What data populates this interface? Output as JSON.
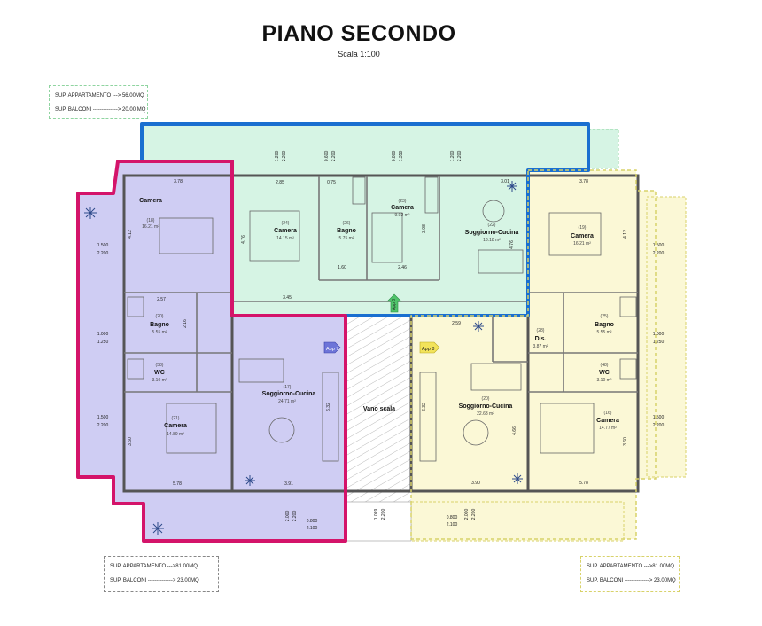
{
  "header": {
    "title": "PIANO SECONDO",
    "scale": "Scala 1:100"
  },
  "legends": {
    "top_left": {
      "appartamento": "SUP. APPARTAMENTO ---> 56.00MQ",
      "balconi": "SUP. BALCONI --------------> 20.00 MQ"
    },
    "bottom_left": {
      "appartamento": "SUP. APPARTAMENTO --->81.00MQ",
      "balconi": "SUP. BALCONI --------------> 23.00MQ"
    },
    "bottom_right": {
      "appartamento": "SUP. APPARTAMENTO --->81.00MQ",
      "balconi": "SUP. BALCONI --------------> 23.00MQ"
    }
  },
  "apartments": {
    "app6": {
      "tag": "App 6",
      "color": "#d6f4e4",
      "outline": "#1a6fd0"
    },
    "app7": {
      "tag": "App 7",
      "color": "#cfcdf3",
      "outline": "#d4146a"
    },
    "app8": {
      "tag": "App 8",
      "color": "#fbf8d6",
      "outline": "#d8d26a"
    }
  },
  "rooms": {
    "left_camera_top": {
      "name": "Camera",
      "num": "(18)",
      "area": "16.21 m²"
    },
    "left_bagno": {
      "name": "Bagno",
      "num": "(20)",
      "area": "5.55 m²"
    },
    "left_wc": {
      "name": "WC",
      "num": "(58)",
      "area": "3.10 m²"
    },
    "left_camera_bottom": {
      "name": "Camera",
      "num": "(21)",
      "area": "14.89 m²"
    },
    "left_soggiorno": {
      "name": "Soggiorno-Cucina",
      "num": "(17)",
      "area": "24.71 m²"
    },
    "mid_camera_a": {
      "name": "Camera",
      "num": "(24)",
      "area": "14.15 m²"
    },
    "mid_bagno": {
      "name": "Bagno",
      "num": "(26)",
      "area": "5.75 m²"
    },
    "mid_camera_b": {
      "name": "Camera",
      "num": "(23)",
      "area": "9.02 m²"
    },
    "mid_soggiorno": {
      "name": "Soggiorno-Cucina",
      "num": "(22)",
      "area": "18.18 m²"
    },
    "right_camera_top": {
      "name": "Camera",
      "num": "(19)",
      "area": "16.21 m²"
    },
    "right_dis": {
      "name": "Dis.",
      "num": "(28)",
      "area": "3.87 m²"
    },
    "right_bagno": {
      "name": "Bagno",
      "num": "(25)",
      "area": "5.55 m²"
    },
    "right_wc": {
      "name": "WC",
      "num": "(48)",
      "area": "3.10 m²"
    },
    "right_camera_bottom": {
      "name": "Camera",
      "num": "(16)",
      "area": "14.77 m²"
    },
    "right_soggiorno": {
      "name": "Soggiorno-Cucina",
      "num": "(20)",
      "area": "22.63 m²"
    },
    "vano_scala": {
      "name": "Vano scala"
    }
  },
  "dimensions": {
    "d_378_left": "3.78",
    "d_412_left": "4.12",
    "d_257": "2.57",
    "d_216": "2.16",
    "d_360_left": "3.60",
    "d_578_left": "5.78",
    "d_391": "3.91",
    "d_632_left": "6.32",
    "d_285": "2.85",
    "d_075": "0.75",
    "d_476_a": "4.76",
    "d_345": "3.45",
    "d_160": "1.60",
    "d_246": "2.46",
    "d_308": "3.08",
    "d_301": "3.01",
    "d_476_b": "4.76",
    "d_378_right": "3.78",
    "d_412_right": "4.12",
    "d_259": "2.59",
    "d_632_right": "6.32",
    "d_466": "4.66",
    "d_390": "3.90",
    "d_578_right": "5.78",
    "d_360_right": "3.60",
    "w_1200_2200_a": "1.200",
    "w_2200_a": "2.200",
    "w_0600": "0.600",
    "w_2200_b": "2.200",
    "w_0800_top": "0.800",
    "w_1350": "1.350",
    "w_1200_b": "1.200",
    "w_2200_c": "2.200",
    "w_1500_l1": "1.500",
    "w_2200_l1": "2.200",
    "w_1000_l": "1.000",
    "w_1250_l": "1.250",
    "w_1500_l2": "1.500",
    "w_2200_l2": "2.200",
    "w_1500_r1": "1.500",
    "w_2200_r1": "2.200",
    "w_1000_r": "1.000",
    "w_1250_r": "1.250",
    "w_1500_r2": "1.500",
    "w_2200_r2": "2.200",
    "w_2000_a": "2.000",
    "w_2200_d": "2.200",
    "w_0800_a": "0.800",
    "w_2100_a": "2.100",
    "w_1099": "1.099",
    "w_2200_e": "2.200",
    "w_0800_b": "0.800",
    "w_2100_b": "2.100",
    "w_2000_b": "2.000",
    "w_2200_f": "2.200"
  }
}
